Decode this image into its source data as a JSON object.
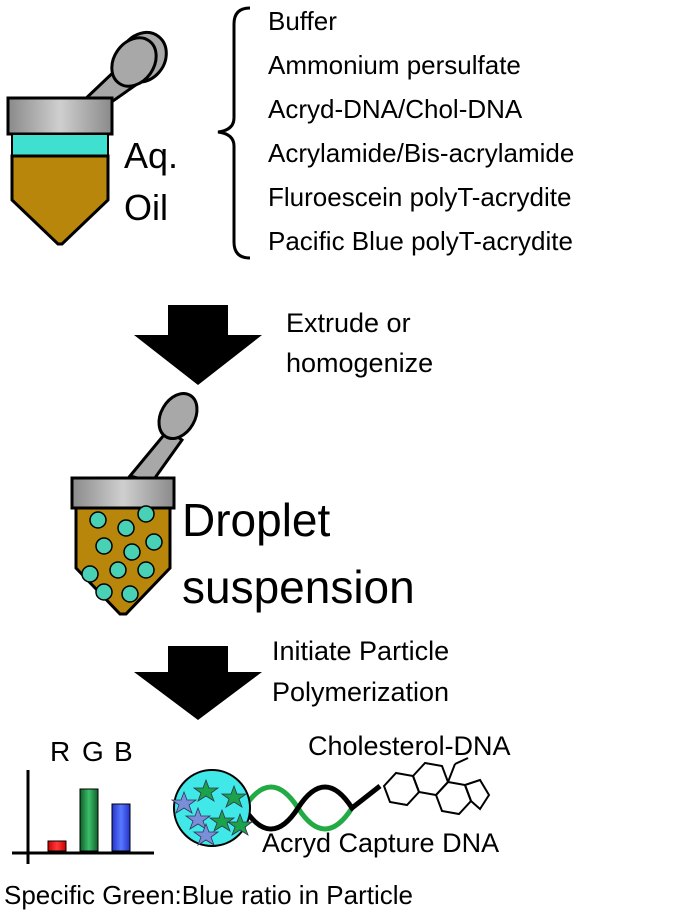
{
  "colors": {
    "oil": "#b8860b",
    "aqueous": "#40e0d0",
    "tube_cap": "#a8a8a8",
    "droplet": "#48d1b4",
    "bar_red": "#ff0000",
    "bar_green": "#2e8b57",
    "bar_blue": "#3355ff",
    "particle": "#40e8e8",
    "star_green": "#1aa34a",
    "star_blue": "#7a8fd8",
    "dna_green": "#22aa44"
  },
  "top_tube": {
    "aq_label": "Aq.",
    "oil_label": "Oil"
  },
  "reagents": [
    "Buffer",
    "Ammonium persulfate",
    "Acryd-DNA/Chol-DNA",
    "Acrylamide/Bis-acrylamide",
    "Fluroescein polyT-acrydite",
    "Pacific Blue polyT-acrydite"
  ],
  "step1": {
    "line1": "Extrude or",
    "line2": "homogenize"
  },
  "droplet": {
    "line1": "Droplet",
    "line2": "suspension"
  },
  "step2": {
    "line1": "Initiate Particle",
    "line2": "Polymerization"
  },
  "chart_data": {
    "type": "bar",
    "categories": [
      "R",
      "G",
      "B"
    ],
    "values": [
      1,
      6.2,
      4.7
    ],
    "colors": [
      "#ff0000",
      "#2e8b57",
      "#3355ff"
    ],
    "xlabel": "",
    "ylabel": "",
    "ylim": [
      0,
      7.5
    ]
  },
  "particle": {
    "top_label": "Cholesterol-DNA",
    "bottom_label": "Acryd Capture DNA"
  },
  "caption": "Specific Green:Blue ratio in Particle"
}
